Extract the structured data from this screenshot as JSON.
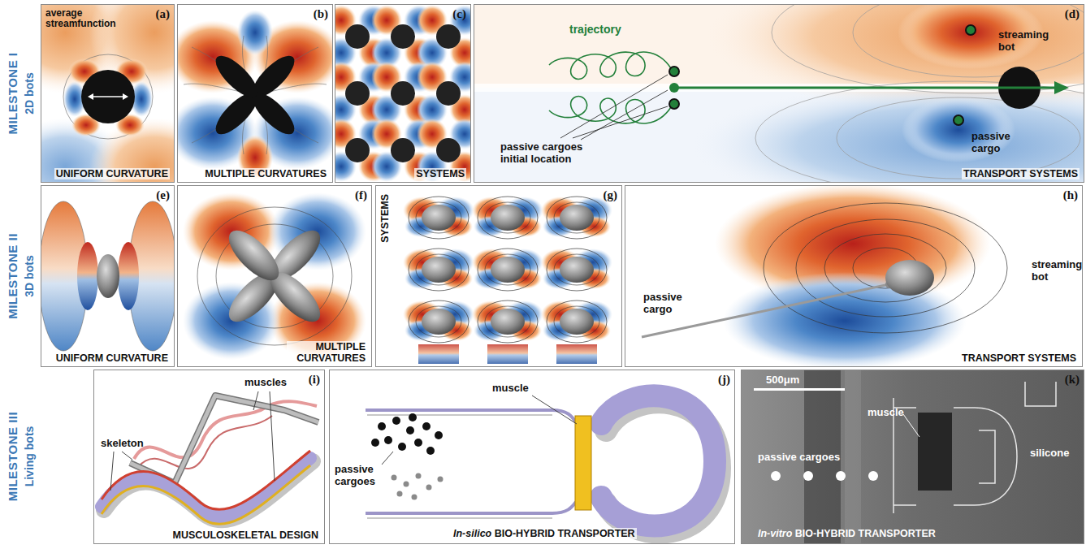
{
  "diagram": {
    "nodes": [
      {
        "text": [
          "(a)",
          "average streamfunction",
          "UNIFORM CURVATURE"
        ]
      },
      {
        "text": [
          "(b)",
          "MULTIPLE CURVATURES"
        ]
      },
      {
        "text": [
          "(c)",
          "SYSTEMS"
        ]
      },
      {
        "text": [
          "(d)",
          "trajectory",
          "streaming bot",
          "passive cargoes initial location",
          "passive cargo",
          "TRANSPORT SYSTEMS"
        ]
      },
      {
        "text": [
          "(e)",
          "UNIFORM CURVATURE"
        ]
      },
      {
        "text": [
          "(f)",
          "MULTIPLE CURVATURES"
        ]
      },
      {
        "text": [
          "SYSTEMS",
          "(g)"
        ]
      },
      {
        "text": [
          "(h)",
          "streaming bot",
          "passive cargo",
          "TRANSPORT SYSTEMS"
        ]
      },
      {
        "text": [
          "(i)",
          "skeleton",
          "muscles",
          "MUSCULOSKELETAL DESIGN"
        ]
      },
      {
        "text": [
          "(j)",
          "muscle",
          "passive cargoes",
          "In-silico BIO-HYBRID TRANSPORTER"
        ]
      },
      {
        "text": [
          "(k)",
          "500μm",
          "muscle",
          "passive cargoes",
          "silicone",
          "In-vitro BIO-HYBRID TRANSPORTER"
        ]
      }
    ],
    "labels": [
      "MILESTONE I",
      "2D bots",
      "MILESTONE II",
      "3D bots",
      "MILESTONE III",
      "Living bots"
    ]
  }
}
